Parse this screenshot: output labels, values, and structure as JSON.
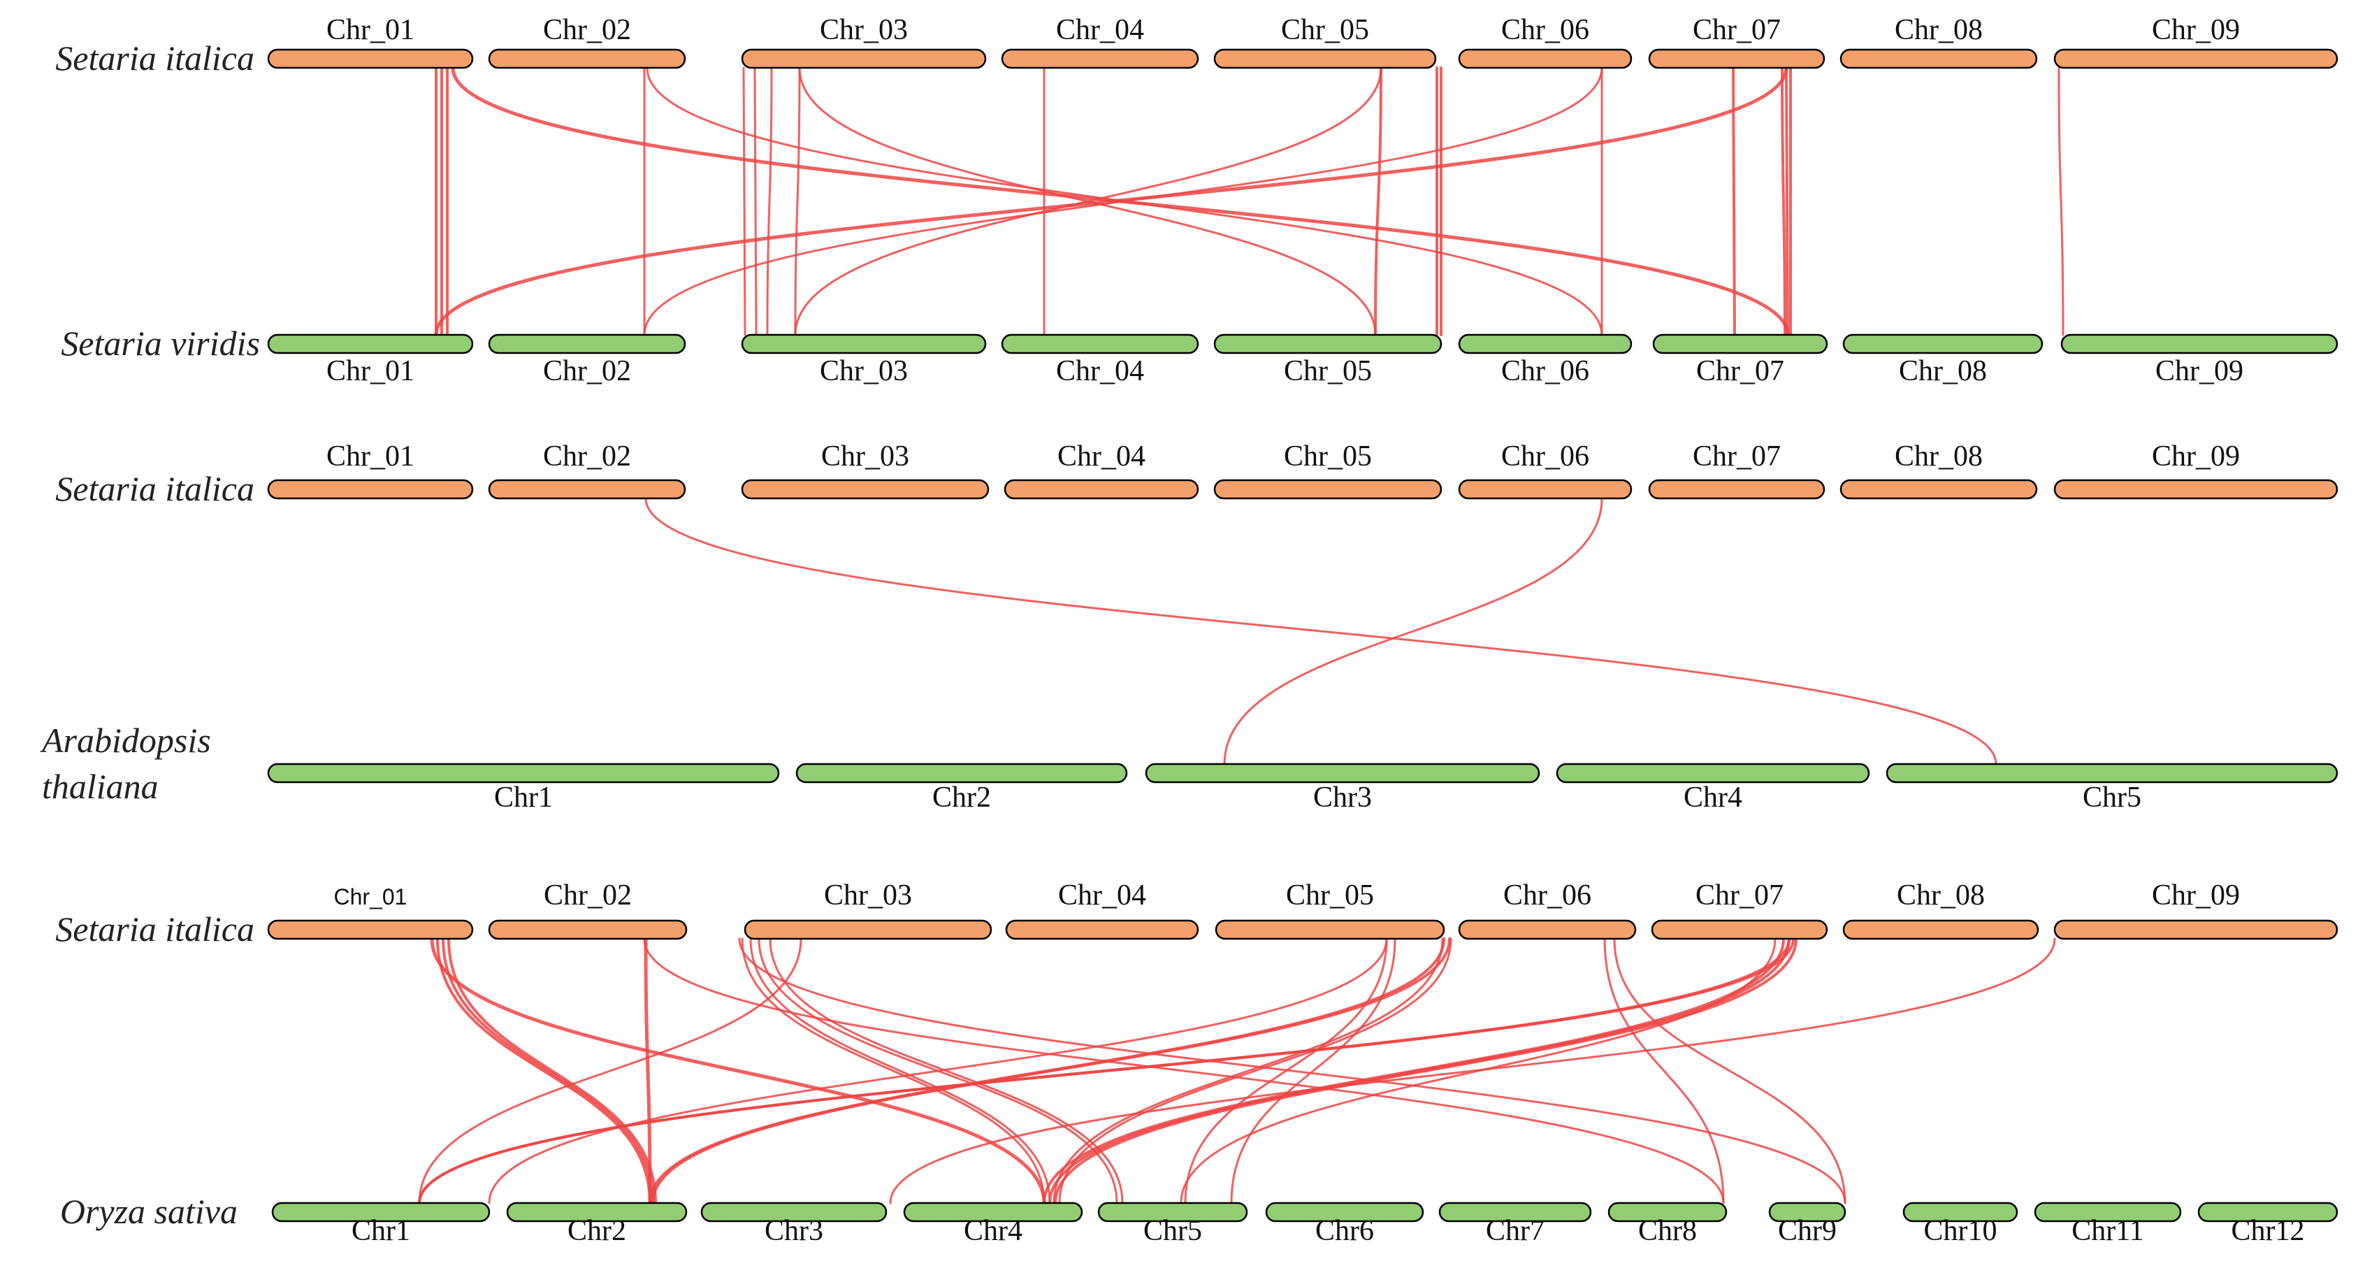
{
  "colors": {
    "top_chromosome": "#f4a06b",
    "bottom_chromosome": "#92cd73",
    "link": "#ef4444"
  },
  "panels": [
    {
      "top": {
        "species": "Setaria italica",
        "chromosomes": [
          "Chr_01",
          "Chr_02",
          "Chr_03",
          "Chr_04",
          "Chr_05",
          "Chr_06",
          "Chr_07",
          "Chr_08",
          "Chr_09"
        ]
      },
      "bottom": {
        "species": "Setaria viridis",
        "chromosomes": [
          "Chr_01",
          "Chr_02",
          "Chr_03",
          "Chr_04",
          "Chr_05",
          "Chr_06",
          "Chr_07",
          "Chr_08",
          "Chr_09"
        ]
      },
      "links": [
        {
          "from": "Chr_01",
          "to": "Chr_01"
        },
        {
          "from": "Chr_01",
          "to": "Chr_07"
        },
        {
          "from": "Chr_02",
          "to": "Chr_02"
        },
        {
          "from": "Chr_02",
          "to": "Chr_06"
        },
        {
          "from": "Chr_03",
          "to": "Chr_03"
        },
        {
          "from": "Chr_03",
          "to": "Chr_05"
        },
        {
          "from": "Chr_04",
          "to": "Chr_04"
        },
        {
          "from": "Chr_05",
          "to": "Chr_03"
        },
        {
          "from": "Chr_05",
          "to": "Chr_05"
        },
        {
          "from": "Chr_06",
          "to": "Chr_02"
        },
        {
          "from": "Chr_06",
          "to": "Chr_06"
        },
        {
          "from": "Chr_07",
          "to": "Chr_01"
        },
        {
          "from": "Chr_07",
          "to": "Chr_07"
        },
        {
          "from": "Chr_09",
          "to": "Chr_09"
        }
      ]
    },
    {
      "top": {
        "species": "Setaria italica",
        "chromosomes": [
          "Chr_01",
          "Chr_02",
          "Chr_03",
          "Chr_04",
          "Chr_05",
          "Chr_06",
          "Chr_07",
          "Chr_08",
          "Chr_09"
        ]
      },
      "bottom": {
        "species": "Arabidopsis thaliana",
        "chromosomes": [
          "Chr1",
          "Chr2",
          "Chr3",
          "Chr4",
          "Chr5"
        ]
      },
      "links": [
        {
          "from": "Chr_02",
          "to": "Chr5"
        },
        {
          "from": "Chr_06",
          "to": "Chr3"
        }
      ]
    },
    {
      "top": {
        "species": "Setaria italica",
        "chromosomes": [
          "Chr_01",
          "Chr_02",
          "Chr_03",
          "Chr_04",
          "Chr_05",
          "Chr_06",
          "Chr_07",
          "Chr_08",
          "Chr_09"
        ]
      },
      "bottom": {
        "species": "Oryza sativa",
        "chromosomes": [
          "Chr1",
          "Chr2",
          "Chr3",
          "Chr4",
          "Chr5",
          "Chr6",
          "Chr7",
          "Chr8",
          "Chr9",
          "Chr10",
          "Chr11",
          "Chr12"
        ]
      },
      "links": [
        {
          "from": "Chr_01",
          "to": "Chr2"
        },
        {
          "from": "Chr_01",
          "to": "Chr4"
        },
        {
          "from": "Chr_02",
          "to": "Chr2"
        },
        {
          "from": "Chr_02",
          "to": "Chr8"
        },
        {
          "from": "Chr_03",
          "to": "Chr1"
        },
        {
          "from": "Chr_03",
          "to": "Chr4"
        },
        {
          "from": "Chr_03",
          "to": "Chr5"
        },
        {
          "from": "Chr_03",
          "to": "Chr9"
        },
        {
          "from": "Chr_05",
          "to": "Chr1"
        },
        {
          "from": "Chr_05",
          "to": "Chr2"
        },
        {
          "from": "Chr_05",
          "to": "Chr4"
        },
        {
          "from": "Chr_05",
          "to": "Chr5"
        },
        {
          "from": "Chr_06",
          "to": "Chr8"
        },
        {
          "from": "Chr_06",
          "to": "Chr9"
        },
        {
          "from": "Chr_07",
          "to": "Chr1"
        },
        {
          "from": "Chr_07",
          "to": "Chr4"
        },
        {
          "from": "Chr_07",
          "to": "Chr5"
        },
        {
          "from": "Chr_09",
          "to": "Chr3"
        }
      ]
    }
  ]
}
